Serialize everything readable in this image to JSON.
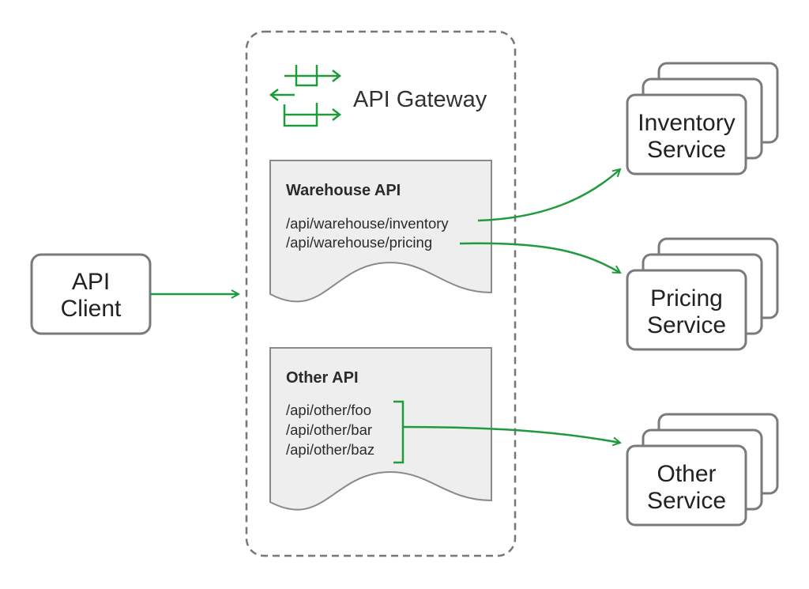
{
  "client": {
    "line1": "API",
    "line2": "Client"
  },
  "gateway": {
    "title": "API Gateway",
    "icon": "gateway-arrows-icon"
  },
  "apis": [
    {
      "title": "Warehouse API",
      "routes": [
        "/api/warehouse/inventory",
        "/api/warehouse/pricing"
      ]
    },
    {
      "title": "Other API",
      "routes": [
        "/api/other/foo",
        "/api/other/bar",
        "/api/other/baz"
      ]
    }
  ],
  "services": [
    {
      "line1": "Inventory",
      "line2": "Service"
    },
    {
      "line1": "Pricing",
      "line2": "Service"
    },
    {
      "line1": "Other",
      "line2": "Service"
    }
  ],
  "colors": {
    "accent": "#1f9a3c",
    "border": "#7a7a7a",
    "dashed_border": "#777777",
    "doc_fill": "#eeeeee",
    "doc_border": "#8a8a8a",
    "text": "#222222"
  }
}
